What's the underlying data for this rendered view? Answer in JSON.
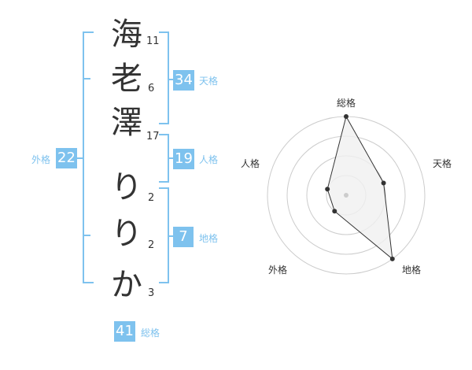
{
  "name": {
    "characters": [
      {
        "char": "海",
        "strokes": "11"
      },
      {
        "char": "老",
        "strokes": "6"
      },
      {
        "char": "澤",
        "strokes": "17"
      },
      {
        "char": "り",
        "strokes": "2"
      },
      {
        "char": "り",
        "strokes": "2"
      },
      {
        "char": "か",
        "strokes": "3"
      }
    ]
  },
  "fortune": {
    "tenkaku": {
      "label": "天格",
      "value": "34"
    },
    "jinkaku": {
      "label": "人格",
      "value": "19"
    },
    "chikaku": {
      "label": "地格",
      "value": "7"
    },
    "gaikaku": {
      "label": "外格",
      "value": "22"
    },
    "soukaku": {
      "label": "総格",
      "value": "41"
    }
  },
  "radar": {
    "axes": [
      "総格",
      "天格",
      "地格",
      "外格",
      "人格"
    ],
    "levels": 4,
    "values": [
      4,
      2,
      4,
      1,
      1
    ],
    "max": 4,
    "colors": {
      "ring": "#cccccc",
      "line": "#333333",
      "fill": "#f0f0f0",
      "point": "#333333",
      "center": "#cccccc"
    }
  },
  "colors": {
    "accent": "#7ec2ee",
    "text": "#333333"
  }
}
